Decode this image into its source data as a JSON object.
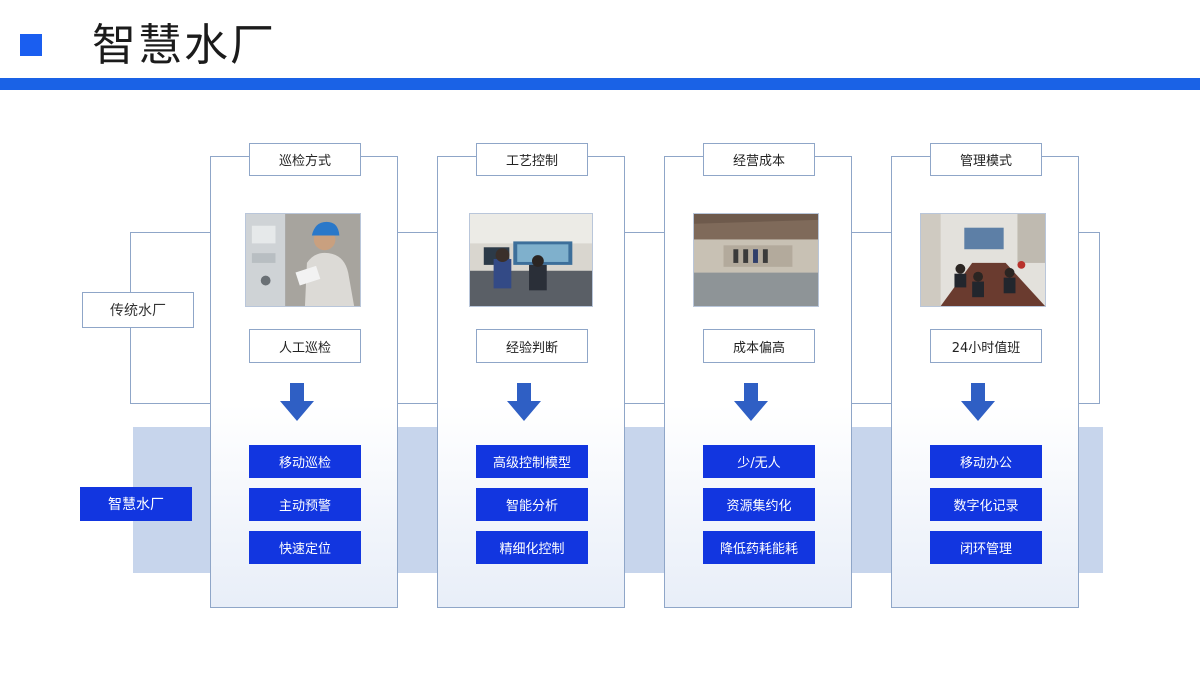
{
  "page": {
    "title": "智慧水厂"
  },
  "rows": {
    "traditional": "传统水厂",
    "smart": "智慧水厂"
  },
  "columns": [
    {
      "header": "巡检方式",
      "traditional": "人工巡检",
      "smart": [
        "移动巡检",
        "主动预警",
        "快速定位"
      ]
    },
    {
      "header": "工艺控制",
      "traditional": "经验判断",
      "smart": [
        "高级控制模型",
        "智能分析",
        "精细化控制"
      ]
    },
    {
      "header": "经营成本",
      "traditional": "成本偏高",
      "smart": [
        "少/无人",
        "资源集约化",
        "降低药耗能耗"
      ]
    },
    {
      "header": "管理模式",
      "traditional": "24小时值班",
      "smart": [
        "移动办公",
        "数字化记录",
        "闭环管理"
      ]
    }
  ],
  "colors": {
    "accent": "#1a62e6",
    "smart_box": "#1236e0",
    "band": "#c7d5ec",
    "border": "#8fa6c8",
    "arrow": "#2f5fc4"
  }
}
